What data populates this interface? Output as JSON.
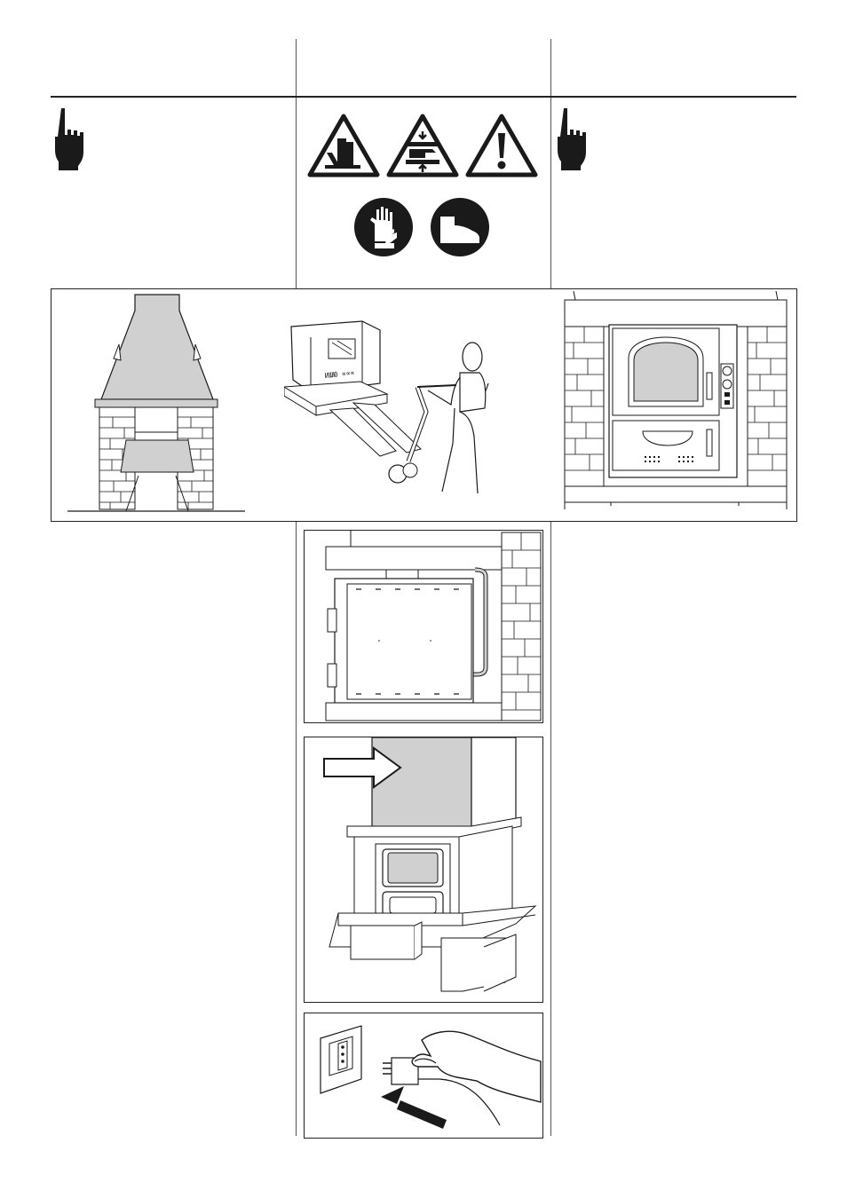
{
  "page": {
    "icons": {
      "left_hand": "pointing-hand-icon",
      "right_hand": "pointing-hand-icon",
      "warnings": [
        "crush-hazard-icon",
        "hand-crush-hazard-icon",
        "general-warning-icon"
      ],
      "ppe": [
        "protective-gloves-icon",
        "safety-shoes-icon"
      ]
    },
    "illustrations": [
      "fireplace-hood-illustration",
      "pallet-jack-transport-illustration",
      "built-in-oven-illustration",
      "oven-side-section-illustration",
      "stove-flue-illustration",
      "electrical-plug-illustration"
    ],
    "colors": {
      "ink": "#1a1a1a",
      "fill_grey": "#d0d0d0"
    }
  }
}
